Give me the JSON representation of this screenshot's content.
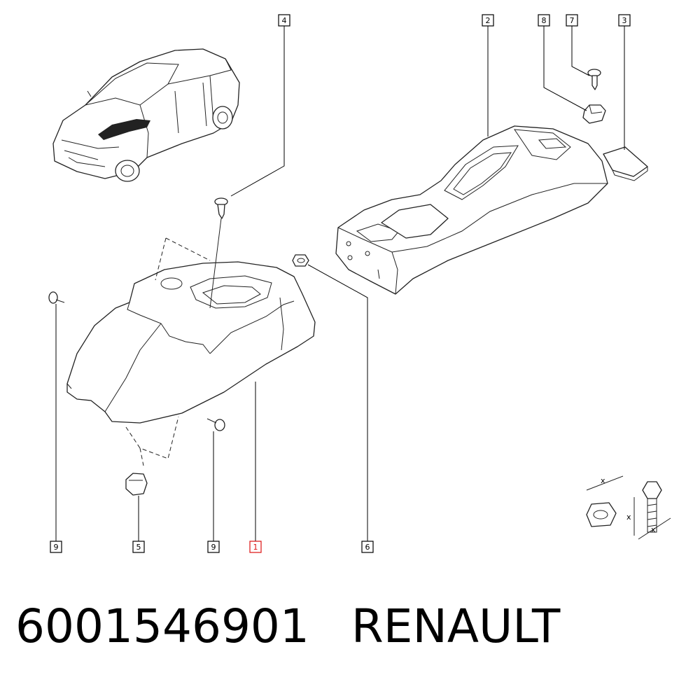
{
  "callouts": [
    {
      "id": "c4",
      "label": "4"
    },
    {
      "id": "c2",
      "label": "2"
    },
    {
      "id": "c8",
      "label": "8"
    },
    {
      "id": "c7",
      "label": "7"
    },
    {
      "id": "c3",
      "label": "3"
    },
    {
      "id": "c9a",
      "label": "9"
    },
    {
      "id": "c5",
      "label": "5"
    },
    {
      "id": "c9b",
      "label": "9"
    },
    {
      "id": "c1",
      "label": "1",
      "selected": true
    },
    {
      "id": "c6",
      "label": "6"
    }
  ],
  "dimension_labels": [
    "x",
    "x",
    "x"
  ],
  "footer": {
    "part_number": "6001546901",
    "brand": "RENAULT"
  },
  "colors": {
    "line": "#222222",
    "highlight": "#dd1111",
    "background": "#ffffff"
  }
}
